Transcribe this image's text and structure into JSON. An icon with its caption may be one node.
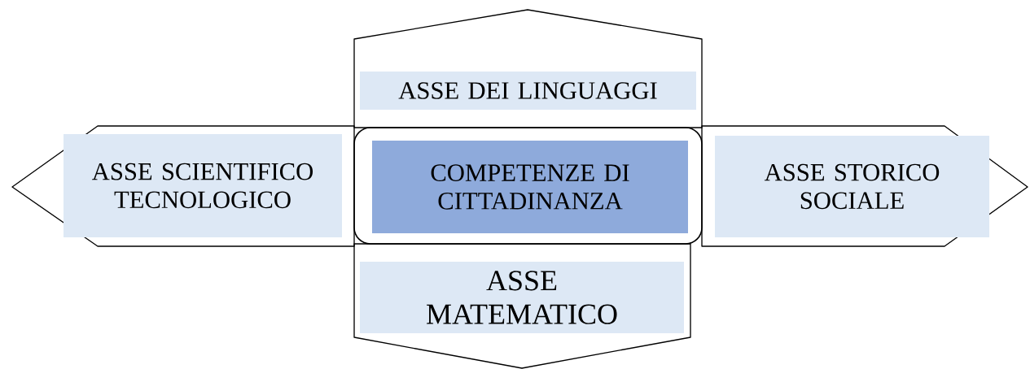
{
  "diagram": {
    "nodes": [
      {
        "text": [
          "ASSE DEI LINGUAGGI"
        ]
      },
      {
        "text": [
          "ASSE SCIENTIFICO TECNOLOGICO"
        ]
      },
      {
        "text": [
          "COMPETENZE DI CITTADINANZA"
        ]
      },
      {
        "text": [
          "ASSE STORICO SOCIALE"
        ]
      },
      {
        "text": [
          "ASSE MATEMATICO"
        ]
      }
    ]
  }
}
